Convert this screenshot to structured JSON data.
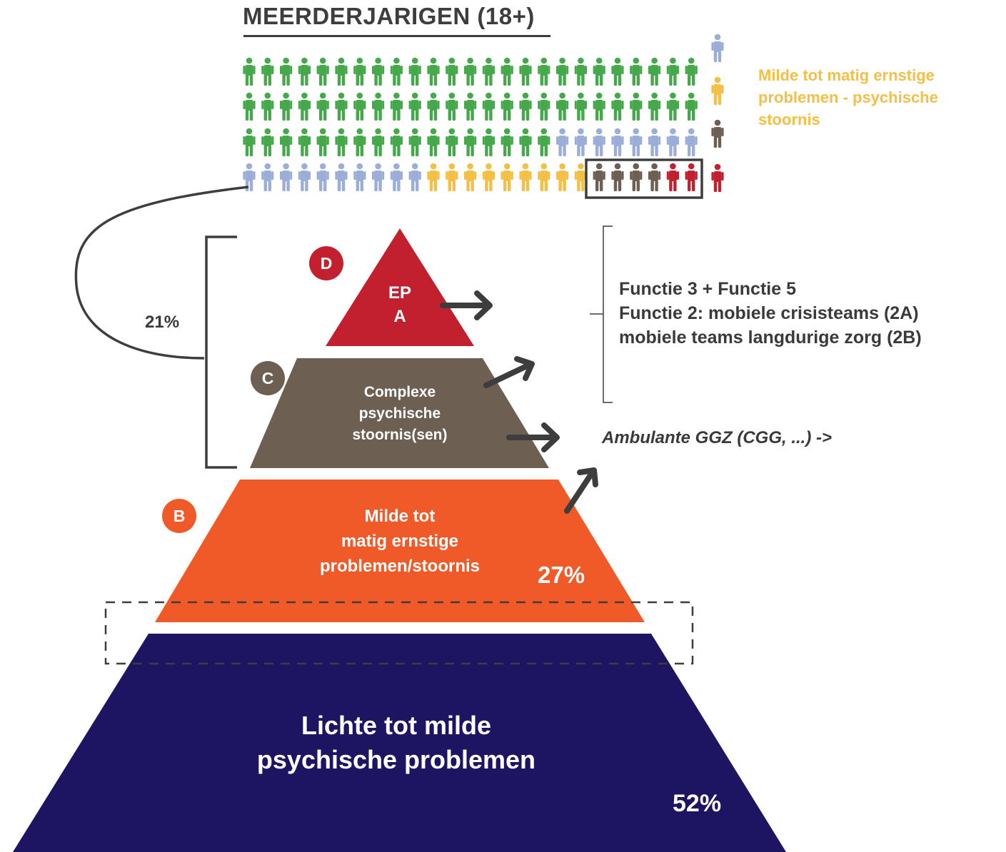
{
  "title": "MEERDERJARIGEN (18+)",
  "legend": {
    "description": "Milde tot matig ernstige problemen - psychische stoornis",
    "icons": [
      {
        "icon": "person-blue-icon",
        "color": "#9aaed8"
      },
      {
        "icon": "person-yellow-icon",
        "color": "#f4bf45"
      },
      {
        "icon": "person-brown-icon",
        "color": "#6e5f53"
      },
      {
        "icon": "person-red-icon",
        "color": "#c3202f"
      }
    ]
  },
  "colors": {
    "green": "#45a84a",
    "blue": "#9aaed8",
    "yellow": "#f4bf45",
    "brown": "#6e5f53",
    "red": "#c3202f",
    "orange": "#f05a28",
    "navy": "#1e1562",
    "dark": "#3d3d3d"
  },
  "people_grid": {
    "rows": [
      {
        "green": 25,
        "blue": 0,
        "yellow": 0,
        "brown": 0,
        "red": 0
      },
      {
        "green": 25,
        "blue": 0,
        "yellow": 0,
        "brown": 0,
        "red": 0
      },
      {
        "green": 17,
        "blue": 8,
        "yellow": 0,
        "brown": 0,
        "red": 0
      },
      {
        "green": 0,
        "blue": 10,
        "yellow": 9,
        "brown": 4,
        "red": 2
      }
    ]
  },
  "pyramid": {
    "tiers": [
      {
        "id": "D",
        "badge": "D",
        "label_lines": [
          "EP",
          "A"
        ],
        "color": "#c3202f"
      },
      {
        "id": "C",
        "badge": "C",
        "label_lines": [
          "Complexe",
          "psychische",
          "stoornis(sen)"
        ],
        "color": "#6e5f53"
      },
      {
        "id": "B",
        "badge": "B",
        "label_lines": [
          "Milde tot",
          "matig ernstige",
          "problemen/stoornis"
        ],
        "percentage": "27%",
        "color": "#f05a28"
      },
      {
        "id": "A",
        "label_lines": [
          "Lichte tot milde",
          "psychische problemen"
        ],
        "percentage": "52%",
        "color": "#1e1562"
      }
    ],
    "bracket_percentage": "21%"
  },
  "annotations": {
    "functions": [
      "Functie 3 + Functie 5",
      "Functie 2: mobiele crisisteams (2A)",
      "mobiele teams langdurige zorg (2B)"
    ],
    "ambulante": "Ambulante GGZ (CGG, ...) ->"
  }
}
